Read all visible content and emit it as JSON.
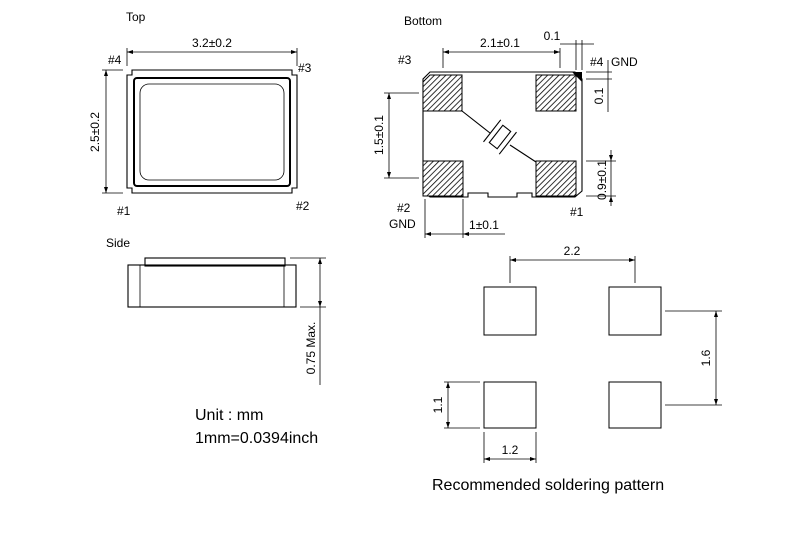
{
  "views": {
    "top": {
      "title": "Top",
      "width_dim": "3.2±0.2",
      "height_dim": "2.5±0.2",
      "pins": {
        "p1": "#1",
        "p2": "#2",
        "p3": "#3",
        "p4": "#4"
      }
    },
    "bottom": {
      "title": "Bottom",
      "dim_pad_pitch_x": "2.1±0.1",
      "dim_corner_x": "0.1",
      "dim_corner_y": "0.1",
      "dim_pad_pitch_y": "1.5±0.1",
      "dim_pad_h": "0.9±0.1",
      "dim_pad_w": "1±0.1",
      "pins": {
        "p1": "#1",
        "p2": "#2",
        "p3": "#3",
        "p4": "#4"
      },
      "gnd_top": "GND",
      "gnd_bottom": "GND"
    },
    "side": {
      "title": "Side",
      "height_dim": "0.75 Max."
    }
  },
  "units": {
    "unit_line": "Unit : mm",
    "conversion_line": "1mm=0.0394inch"
  },
  "soldering": {
    "title": "Recommended soldering pattern",
    "pitch_x": "2.2",
    "pitch_y": "1.6",
    "pad_h": "1.1",
    "pad_w": "1.2"
  }
}
